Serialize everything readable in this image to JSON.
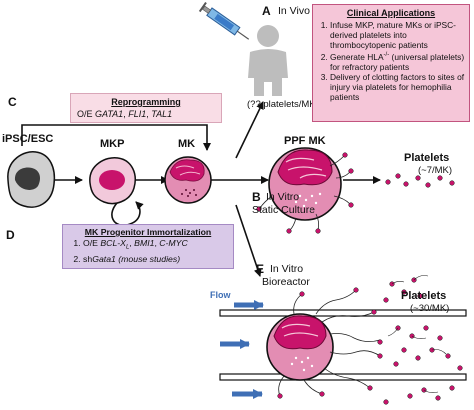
{
  "sections": {
    "A": "A",
    "B": "B",
    "C": "C",
    "D": "D",
    "E": "E"
  },
  "labels": {
    "in_vivo": "In Vivo",
    "patient_platelets": "(?? platelets/MK)",
    "ipsc": "iPSC/ESC",
    "mkp": "MKP",
    "mk": "MK",
    "ppf_mk": "PPF MK",
    "platelets_static": "Platelets",
    "platelets_static_rate": "(~7/MK)",
    "in_vitro_static_1": "In Vitro",
    "in_vitro_static_2": "Static Culture",
    "in_vitro_bio_1": "In Vitro",
    "in_vitro_bio_2": "Bioreactor",
    "flow": "Flow",
    "platelets_bio": "Platelets",
    "platelets_bio_rate": "(~30/MK)"
  },
  "clinical": {
    "title": "Clinical Applications",
    "items": [
      "Infuse MKP, mature MKs or iPSC-derived platelets into thrombocytopenic patients",
      "Generate HLA-/- (universal platelets) for refractory patients",
      "Delivery of clotting factors to sites of injury via platelets for hemophilia patients"
    ]
  },
  "reprogramming": {
    "title": "Reprogramming",
    "line": "O/E GATA1, FLI1, TAL1"
  },
  "immortalization": {
    "title": "MK Progenitor Immortalization",
    "items": [
      "O/E BCL-XL, BMI1, C-MYC",
      "shGata1 (mouse studies)"
    ]
  },
  "colors": {
    "magenta": "#c8136b",
    "pink_cytoplasm": "#e38db3",
    "light_pink": "#f2c9db",
    "gray_cell": "#c9c9c9",
    "dark_nucleus": "#444444",
    "flow_arrow": "#3f6fb5"
  }
}
